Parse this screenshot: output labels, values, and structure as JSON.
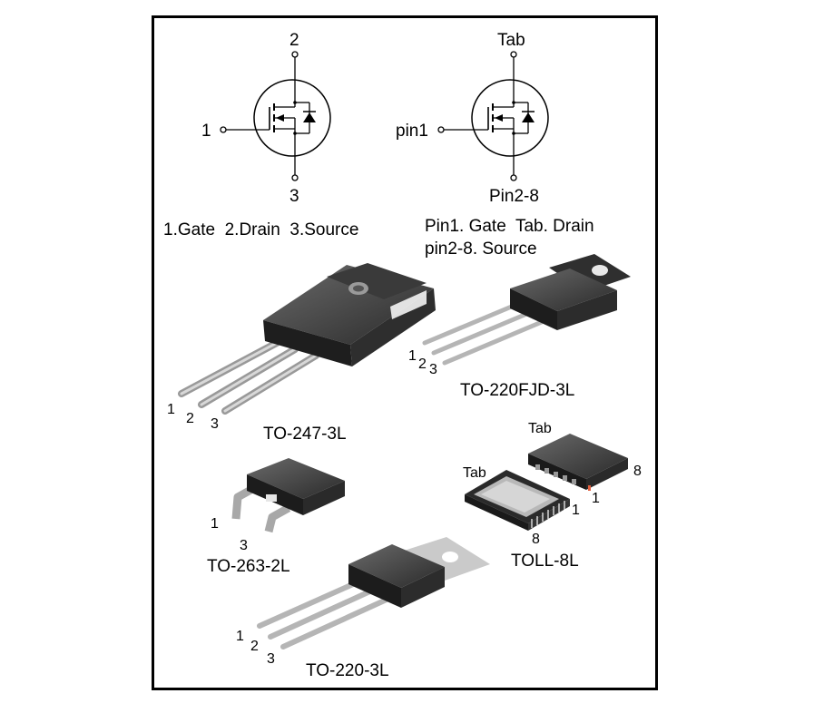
{
  "symbol_left": {
    "pin_top": "2",
    "pin_left": "1",
    "pin_bottom": "3",
    "caption": "1.Gate  2.Drain  3.Source"
  },
  "symbol_right": {
    "pin_top": "Tab",
    "pin_left": "pin1",
    "pin_bottom": "Pin2-8",
    "caption_line1": "Pin1. Gate  Tab. Drain",
    "caption_line2": "pin2-8. Source"
  },
  "packages": {
    "to247": {
      "name": "TO-247-3L",
      "pins": [
        "1",
        "2",
        "3"
      ]
    },
    "to220fjd": {
      "name": "TO-220FJD-3L",
      "pins": [
        "1",
        "2",
        "3"
      ]
    },
    "to263": {
      "name": "TO-263-2L",
      "pins": [
        "1",
        "3"
      ]
    },
    "toll": {
      "name": "TOLL-8L",
      "top_tab": "Tab",
      "top_pin_a": "8",
      "top_pin_b": "1",
      "bottom_tab": "Tab",
      "bottom_pin_a": "1",
      "bottom_pin_b": "8"
    },
    "to220": {
      "name": "TO-220-3L",
      "pins": [
        "1",
        "2",
        "3"
      ]
    }
  },
  "colors": {
    "body_dark": "#2b2b2b",
    "lead": "#b8b8b8",
    "tab": "#c8c8c8",
    "border": "#000000"
  }
}
